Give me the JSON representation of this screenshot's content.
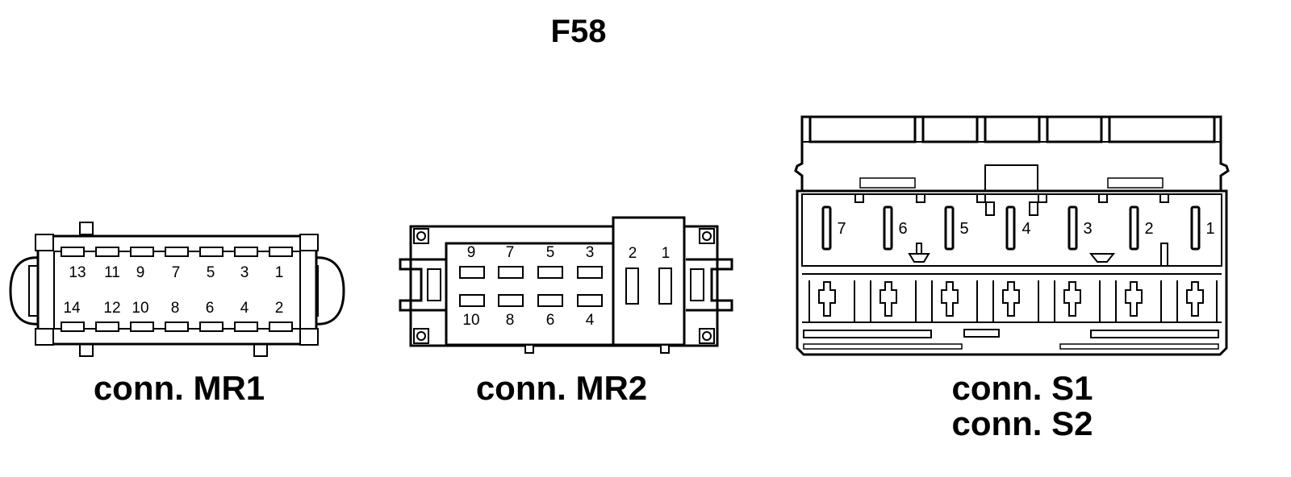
{
  "title": "F58",
  "connectors": {
    "mr1": {
      "caption": "conn. MR1",
      "top_pins": [
        "13",
        "11",
        "9",
        "7",
        "5",
        "3",
        "1"
      ],
      "bottom_pins": [
        "14",
        "12",
        "10",
        "8",
        "6",
        "4",
        "2"
      ]
    },
    "mr2": {
      "caption": "conn. MR2",
      "top_pins": [
        "9",
        "7",
        "5",
        "3"
      ],
      "bottom_pins": [
        "10",
        "8",
        "6",
        "4"
      ],
      "side_pins": [
        "2",
        "1"
      ]
    },
    "s1s2": {
      "caption_line1": "conn. S1",
      "caption_line2": "conn. S2",
      "pins": [
        "7",
        "6",
        "5",
        "4",
        "3",
        "2",
        "1"
      ]
    }
  }
}
